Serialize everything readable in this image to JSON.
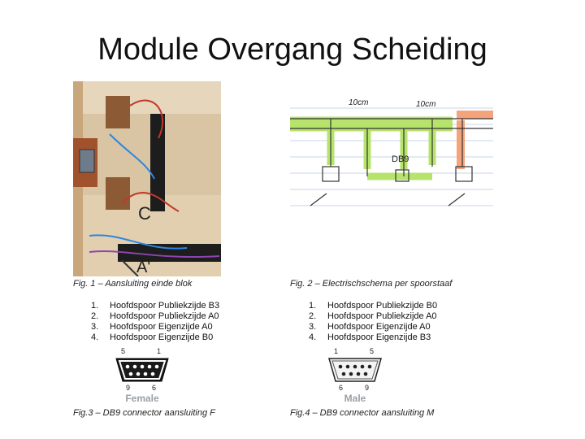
{
  "slide": {
    "title": "Module Overgang Scheiding"
  },
  "fig1": {
    "caption": "Fig. 1 – Aansluiting einde blok",
    "labels": {
      "c": "C",
      "a": "A'"
    },
    "list": [
      {
        "num": "1.",
        "text": "Hoofdspoor Publiekzijde B3"
      },
      {
        "num": "2.",
        "text": "Hoofdspoor Publiekzijde A0"
      },
      {
        "num": "3.",
        "text": "Hoofdspoor Eigenzijde A0"
      },
      {
        "num": "4.",
        "text": "Hoofdspoor Eigenzijde B0"
      }
    ]
  },
  "fig2": {
    "caption": "Fig. 2 – Electrischschema per spoorstaaf",
    "labels": {
      "left_dist": "10cm",
      "right_dist": "10cm",
      "db9": "DB9"
    },
    "list": [
      {
        "num": "1.",
        "text": "Hoofdspoor Publiekzijde B0"
      },
      {
        "num": "2.",
        "text": "Hoofdspoor Publiekzijde A0"
      },
      {
        "num": "3.",
        "text": "Hoofdspoor Eigenzijde A0"
      },
      {
        "num": "4.",
        "text": "Hoofdspoor Eigenzijde B3"
      }
    ]
  },
  "fig3": {
    "caption": "Fig.3 – DB9 connector aansluiting F",
    "label": "Female",
    "pins": {
      "top_left": "5",
      "top_right": "1",
      "bottom_left": "9",
      "bottom_right": "6"
    }
  },
  "fig4": {
    "caption": "Fig.4 – DB9 connector aansluiting M",
    "label": "Male",
    "pins": {
      "top_left": "1",
      "top_right": "5",
      "bottom_left": "6",
      "bottom_right": "9"
    }
  }
}
